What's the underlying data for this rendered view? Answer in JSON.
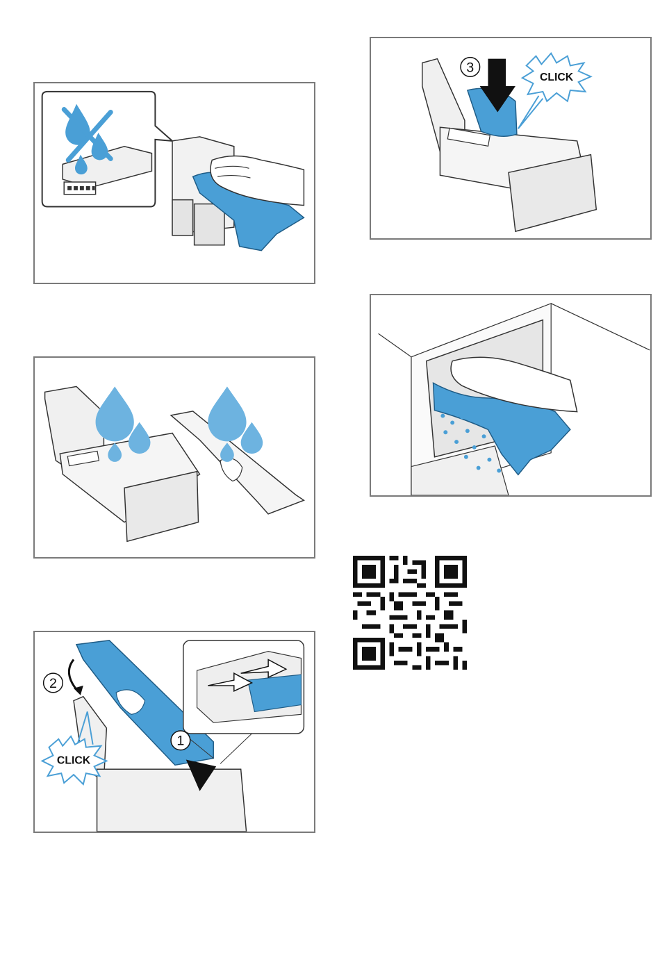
{
  "figures": {
    "fig1": {
      "description_icon": "no-water-drops-icon"
    },
    "fig2": {},
    "fig3": {
      "step1": "1",
      "step2": "2",
      "click": "CLICK"
    },
    "fig4": {
      "step3": "3",
      "click": "CLICK"
    },
    "fig5": {}
  },
  "colors": {
    "accent_blue": "#4a9fd6",
    "drop_blue": "#6db3e0",
    "frame_gray": "#7a7a7a",
    "outline": "#333333",
    "light_gray": "#ececec"
  },
  "qr": {
    "icon": "qr-code-icon"
  }
}
